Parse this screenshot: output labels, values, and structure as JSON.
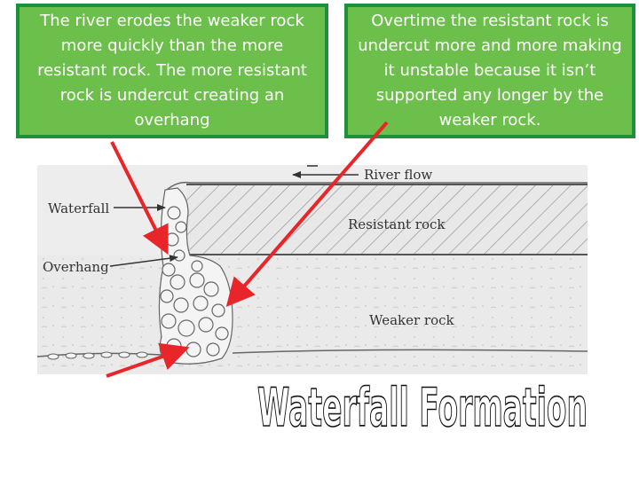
{
  "callouts": {
    "left": "The river  erodes the weaker rock more quickly than the more resistant rock. The more resistant rock is undercut creating an overhang",
    "right": "Overtime the resistant rock is undercut more and more making it unstable because it isn’t supported any longer by the weaker rock."
  },
  "diagram": {
    "labels": {
      "river_flow": "River flow",
      "waterfall": "Waterfall",
      "overhang": "Overhang",
      "resistant_rock": "Resistant rock",
      "weaker_rock": "Weaker rock"
    }
  },
  "title": "Waterfall Formation",
  "colors": {
    "callout_fill": "#6cbf4a",
    "callout_border": "#1e8f3a",
    "arrow": "#e8262a"
  }
}
